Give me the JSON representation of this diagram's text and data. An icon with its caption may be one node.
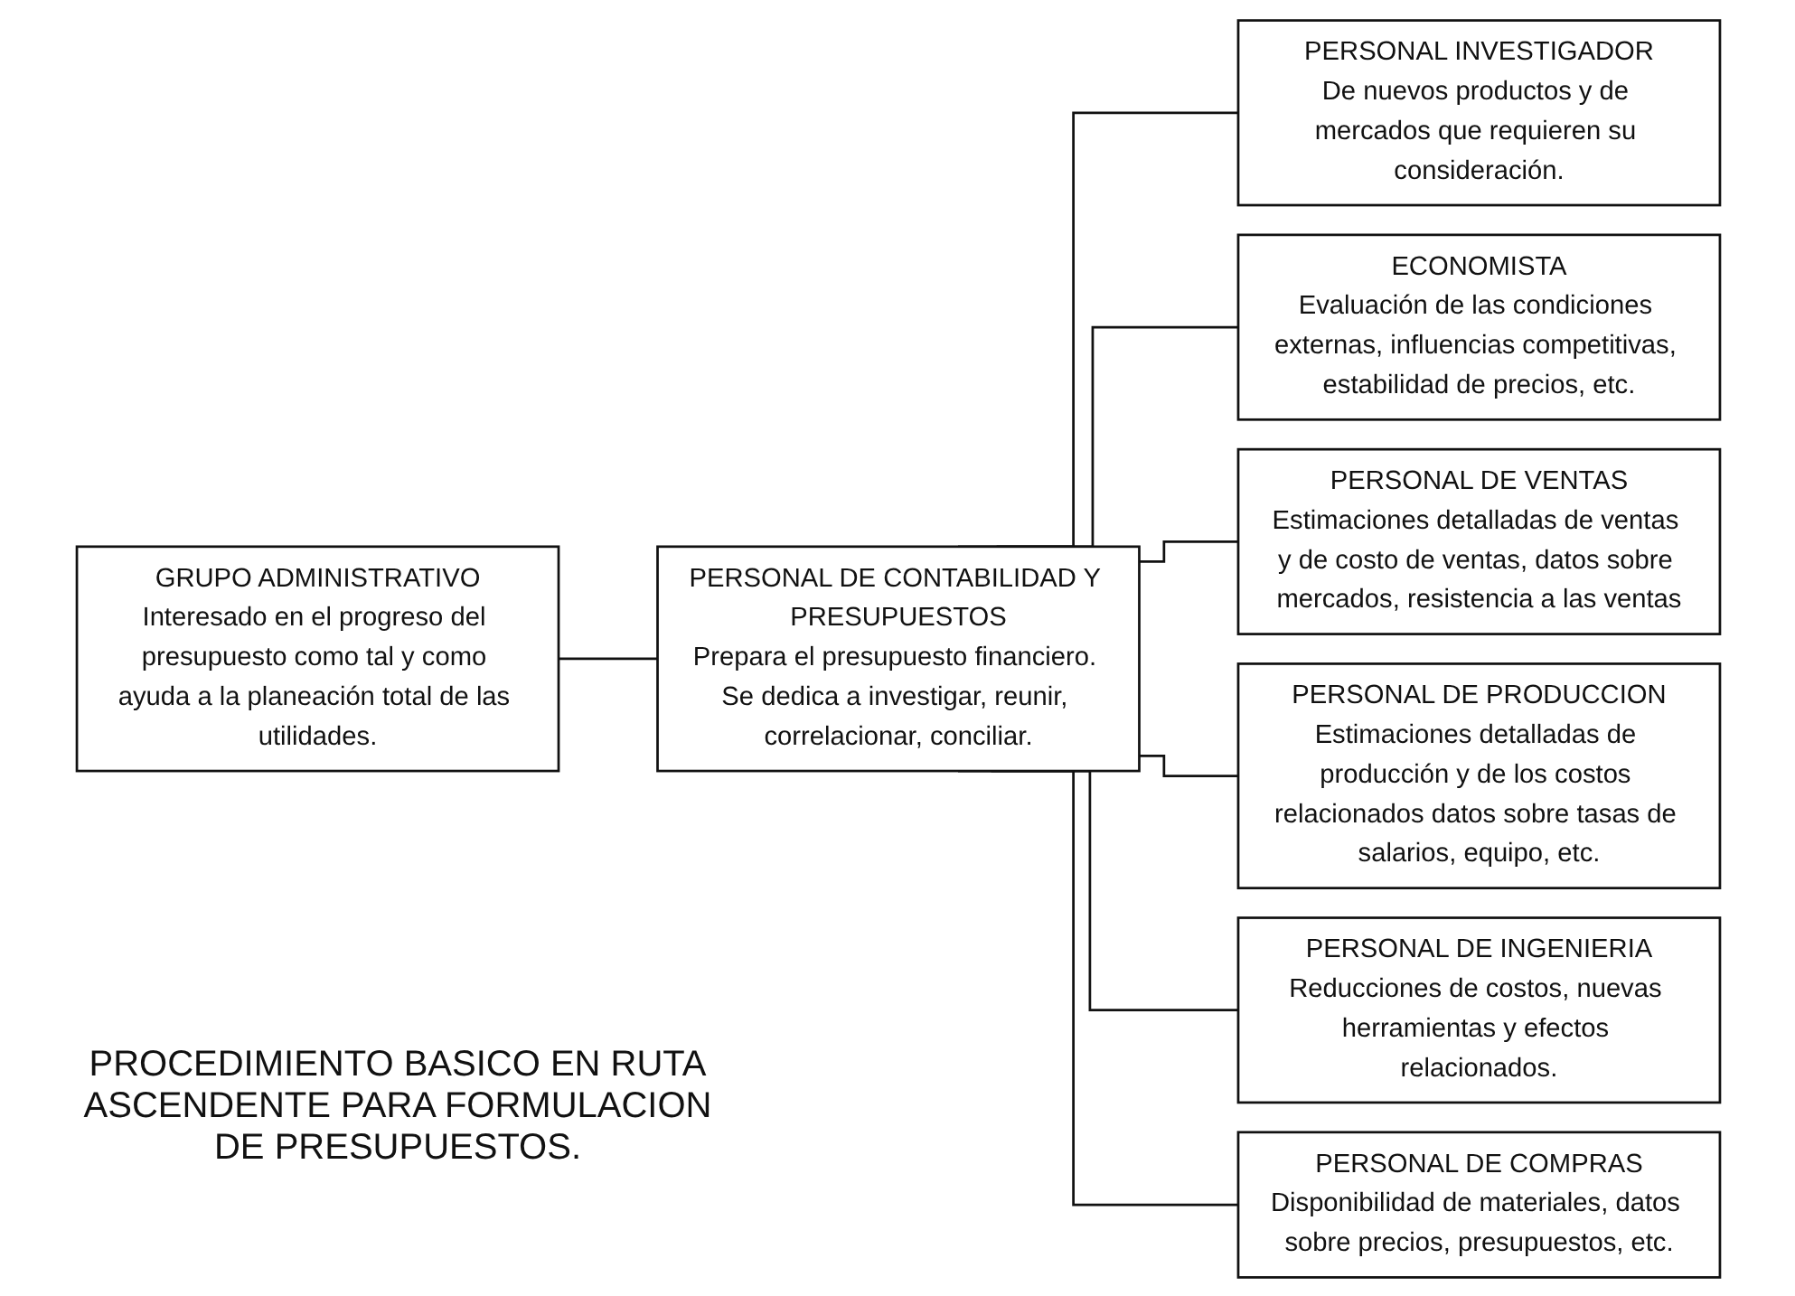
{
  "diagram": {
    "title": "PROCEDIMIENTO BASICO EN RUTA ASCENDENTE PARA FORMULACION DE PRESUPUESTOS.",
    "nodes": [
      {
        "text": [
          "GRUPO ADMINISTRATIVO",
          "Interesado en el progreso del presupuesto como tal y como ayuda a la planeación total de las utilidades."
        ]
      },
      {
        "text": [
          "PERSONAL DE CONTABILIDAD Y PRESUPUESTOS",
          "Prepara el presupuesto financiero. Se dedica a investigar, reunir, correlacionar, conciliar."
        ]
      },
      {
        "text": [
          "PERSONAL INVESTIGADOR",
          "De nuevos productos y de mercados que requieren su consideración."
        ]
      },
      {
        "text": [
          "ECONOMISTA",
          "Evaluación de las condiciones externas, influencias competitivas, estabilidad de precios, etc."
        ]
      },
      {
        "text": [
          "PERSONAL DE VENTAS",
          "Estimaciones detalladas de ventas y de costo de ventas, datos sobre mercados, resistencia a las ventas"
        ]
      },
      {
        "text": [
          "PERSONAL DE PRODUCCION",
          "Estimaciones detalladas de producción y de los costos relacionados datos sobre tasas de salarios, equipo, etc."
        ]
      },
      {
        "text": [
          "PERSONAL DE INGENIERIA",
          "Reducciones de costos, nuevas herramientas y efectos relacionados."
        ]
      },
      {
        "text": [
          "PERSONAL DE COMPRAS",
          "Disponibilidad de materiales, datos sobre precios, presupuestos, etc."
        ]
      }
    ],
    "edges": [
      {
        "from": 0,
        "to": 1,
        "arrow": "none"
      },
      {
        "from": 1,
        "to": 2,
        "arrow": "none"
      },
      {
        "from": 1,
        "to": 3,
        "arrow": "none"
      },
      {
        "from": 1,
        "to": 4,
        "arrow": "none"
      },
      {
        "from": 1,
        "to": 5,
        "arrow": "none"
      },
      {
        "from": 1,
        "to": 6,
        "arrow": "none"
      },
      {
        "from": 1,
        "to": 7,
        "arrow": "none"
      }
    ]
  }
}
